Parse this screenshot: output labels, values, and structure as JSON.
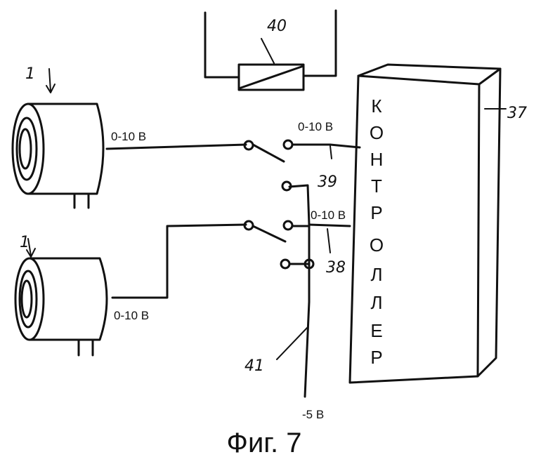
{
  "labels": {
    "sensor_top": "1",
    "sensor_bottom": "1",
    "relay": "40",
    "controller": "37",
    "switch_upper": "39",
    "switch_lower": "38",
    "supply_line": "41"
  },
  "signals": {
    "sensor_top_out": "0-10 В",
    "sensor_bottom_out": "0-10 В",
    "controller_in_upper": "0-10 В",
    "controller_in_lower": "0-10 В",
    "supply": "-5 В"
  },
  "controller_text": [
    "К",
    "О",
    "Н",
    "Т",
    "Р",
    "О",
    "Л",
    "Л",
    "Е",
    "Р"
  ],
  "caption": "Фиг. 7"
}
